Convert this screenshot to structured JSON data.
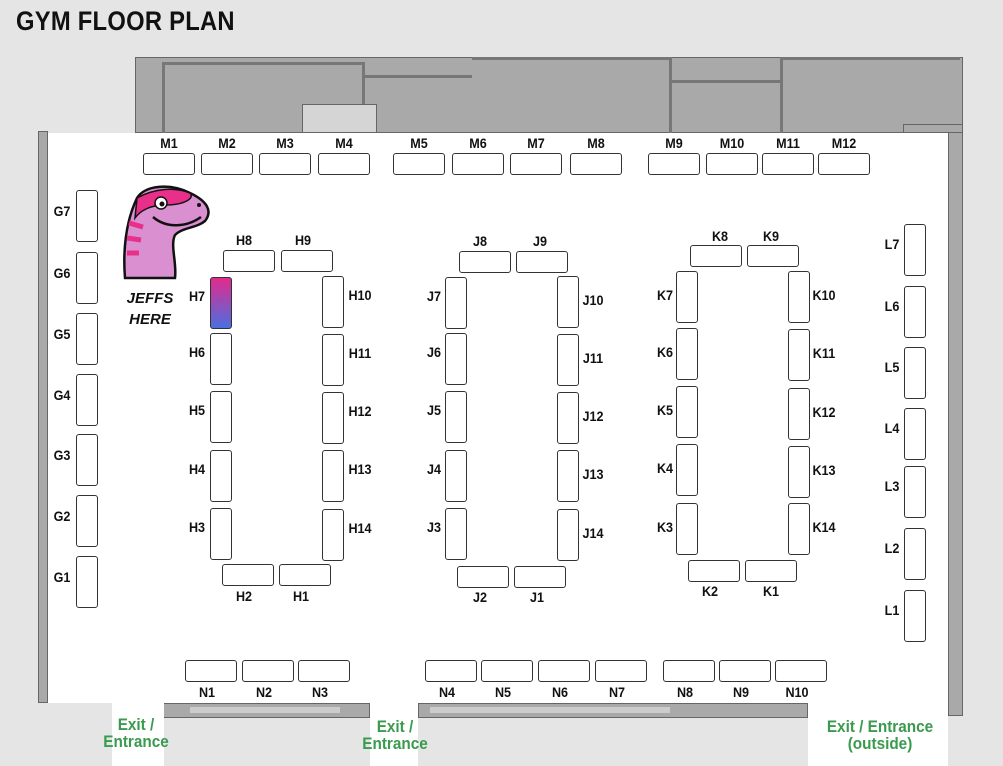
{
  "title": "GYM FLOOR PLAN",
  "note": "JEFFS HERE",
  "mascot": {
    "icon": "pink-dinosaur-mascot-icon",
    "colors": [
      "#e8308a",
      "#c8a0e0"
    ]
  },
  "highlight_color": "#e32a8c",
  "exit_color": "#3a9a4e",
  "exits": [
    {
      "line1": "Exit /",
      "line2": "Entrance"
    },
    {
      "line1": "Exit /",
      "line2": "Entrance"
    },
    {
      "line1": "Exit / Entrance",
      "line2": "(outside)"
    }
  ],
  "tables": {
    "M": [
      "M1",
      "M2",
      "M3",
      "M4",
      "M5",
      "M6",
      "M7",
      "M8",
      "M9",
      "M10",
      "M11",
      "M12"
    ],
    "G": [
      "G7",
      "G6",
      "G5",
      "G4",
      "G3",
      "G2",
      "G1"
    ],
    "H": [
      "H8",
      "H9",
      "H7",
      "H6",
      "H5",
      "H4",
      "H3",
      "H10",
      "H11",
      "H12",
      "H13",
      "H14",
      "H2",
      "H1"
    ],
    "J": [
      "J8",
      "J9",
      "J7",
      "J6",
      "J5",
      "J4",
      "J3",
      "J10",
      "J11",
      "J12",
      "J13",
      "J14",
      "J2",
      "J1"
    ],
    "K": [
      "K8",
      "K9",
      "K7",
      "K6",
      "K5",
      "K4",
      "K3",
      "K10",
      "K11",
      "K12",
      "K13",
      "K14",
      "K2",
      "K1"
    ],
    "L": [
      "L7",
      "L6",
      "L5",
      "L4",
      "L3",
      "L2",
      "L1"
    ],
    "N": [
      "N1",
      "N2",
      "N3",
      "N4",
      "N5",
      "N6",
      "N7",
      "N8",
      "N9",
      "N10"
    ]
  },
  "highlighted_table": "H7"
}
